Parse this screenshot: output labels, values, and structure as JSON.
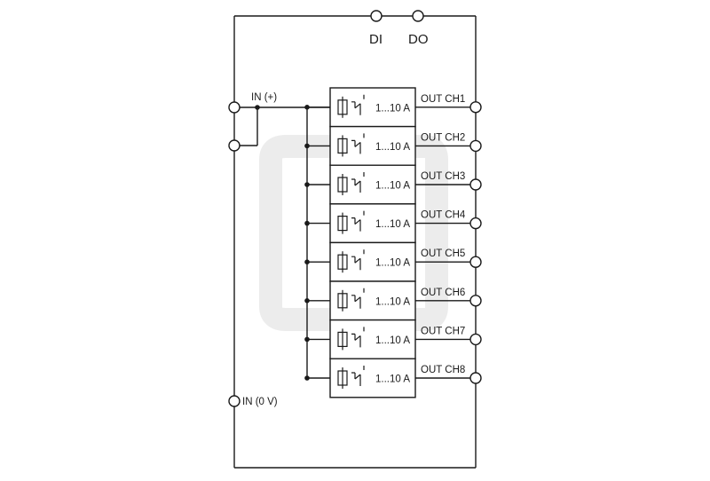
{
  "top_terminals": [
    {
      "label": "DI"
    },
    {
      "label": "DO"
    }
  ],
  "input_plus_label": "IN (+)",
  "input_zero_label": "IN (0 V)",
  "channels": [
    {
      "rating": "1...10 A",
      "output": "OUT CH1"
    },
    {
      "rating": "1...10 A",
      "output": "OUT CH2"
    },
    {
      "rating": "1...10 A",
      "output": "OUT CH3"
    },
    {
      "rating": "1...10 A",
      "output": "OUT CH4"
    },
    {
      "rating": "1...10 A",
      "output": "OUT CH5"
    },
    {
      "rating": "1...10 A",
      "output": "OUT CH6"
    },
    {
      "rating": "1...10 A",
      "output": "OUT CH7"
    },
    {
      "rating": "1...10 A",
      "output": "OUT CH8"
    }
  ]
}
